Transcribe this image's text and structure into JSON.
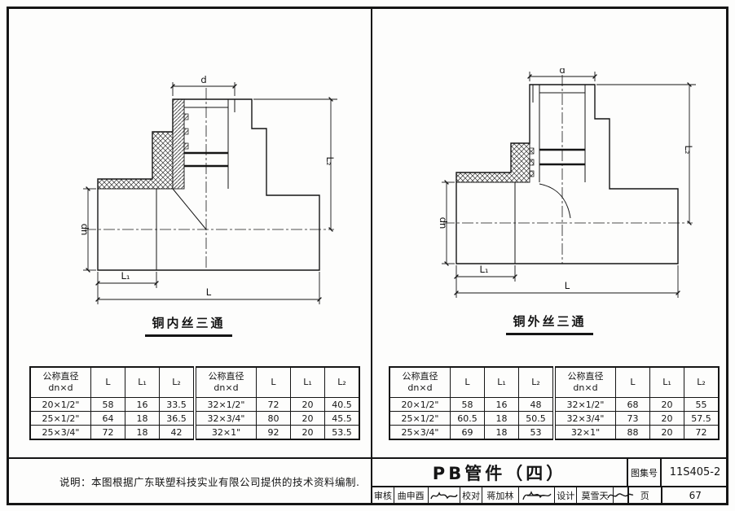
{
  "figures": {
    "left": {
      "caption": "铜内丝三通"
    },
    "right": {
      "caption": "铜外丝三通"
    }
  },
  "dims": {
    "d": "d",
    "dn": "dn",
    "L": "L",
    "L1": "L₁",
    "L2": "L₂"
  },
  "table_header": {
    "dia_line1": "公称直径",
    "dia_line2": "dn×d",
    "L": "L",
    "L1": "L₁",
    "L2": "L₂"
  },
  "tables": {
    "left": {
      "rows": [
        [
          "20×1/2\"",
          "58",
          "16",
          "33.5",
          "32×1/2\"",
          "72",
          "20",
          "40.5"
        ],
        [
          "25×1/2\"",
          "64",
          "18",
          "36.5",
          "32×3/4\"",
          "80",
          "20",
          "45.5"
        ],
        [
          "25×3/4\"",
          "72",
          "18",
          "42",
          "32×1\"",
          "92",
          "20",
          "53.5"
        ]
      ]
    },
    "right": {
      "rows": [
        [
          "20×1/2\"",
          "58",
          "16",
          "48",
          "32×1/2\"",
          "68",
          "20",
          "55"
        ],
        [
          "25×1/2\"",
          "60.5",
          "18",
          "50.5",
          "32×3/4\"",
          "73",
          "20",
          "57.5"
        ],
        [
          "25×3/4\"",
          "69",
          "18",
          "53",
          "32×1\"",
          "88",
          "20",
          "72"
        ]
      ]
    }
  },
  "note": {
    "text": "说明：本图根据广东联塑科技实业有限公司提供的技术资料编制."
  },
  "title_block": {
    "title": "PB管件（四）",
    "atlas_no_label": "图集号",
    "atlas_no": "11S405-2",
    "page_label": "页",
    "page_no": "67",
    "review_label": "审核",
    "review_name": "曲申酉",
    "proof_label": "校对",
    "proof_name": "蒋加林",
    "design_label": "设计",
    "design_name": "莫雪天"
  }
}
